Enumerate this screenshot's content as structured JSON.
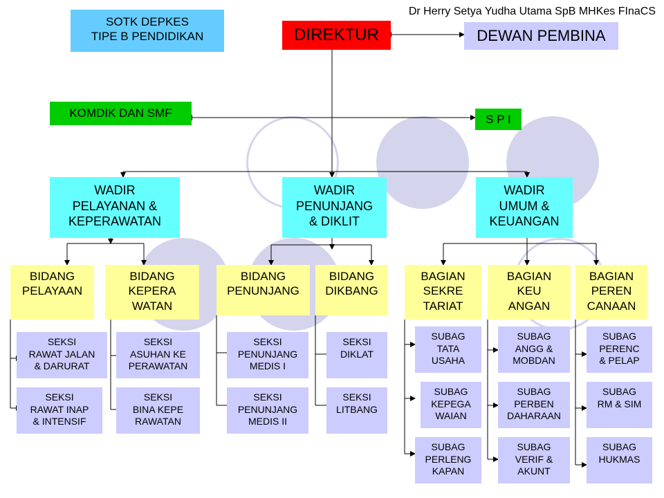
{
  "author": "Dr Herry Setya Yudha Utama SpB MHKes FInaCS",
  "title": "SOTK DEPKES\nTIPE B PENDIDIKAN",
  "direktur": "DIREKTUR",
  "dewan_pembina": "DEWAN PEMBINA",
  "komdik": "KOMDIK  DAN  SMF",
  "spi": "S P I",
  "wadir": [
    "WADIR\nPELAYANAN  &\nKEPERAWATAN",
    "WADIR\nPENUNJANG\n& DIKLIT",
    "WADIR\nUMUM  &\nKEUANGAN"
  ],
  "bidang": [
    "BIDANG\nPELAYAAN",
    "BIDANG\nKEPERA\nWATAN",
    "BIDANG\nPENUNJANG",
    "BIDANG\nDIKBANG",
    "BAGIAN\nSEKRE\nTARIAT",
    "BAGIAN\nKEU\nANGAN",
    "BAGIAN\nPEREN\nCANAAN"
  ],
  "seksi": [
    "SEKSI\nRAWAT JALAN\n& DARURAT",
    "SEKSI\nRAWAT INAP\n& INTENSIF",
    "SEKSI\nASUHAN KE\nPERAWATAN",
    "SEKSI\nBINA KEPE\nRAWATAN",
    "SEKSI\nPENUNJANG\nMEDIS I",
    "SEKSI\nPENUNJANG\nMEDIS II",
    "SEKSI\nDIKLAT",
    "SEKSI\nLITBANG"
  ],
  "subag": [
    "SUBAG\nTATA\nUSAHA",
    "SUBAG\nKEPEGA\nWAIAN",
    "SUBAG\nPERLENG\nKAPAN",
    "SUBAG\nANGG &\nMOBDAN",
    "SUBAG\nPERBEN\nDAHARAAN",
    "SUBAG\nVERIF &\nAKUNT",
    "SUBAG\nPERENC\n& PELAP",
    "SUBAG\nRM & SIM",
    "SUBAG\nHUKMAS"
  ],
  "colors": {
    "wadir": "#66ffff",
    "bidang": "#ffff99",
    "seksi": "#ccccff",
    "direktur": "#ff0000",
    "komdik": "#00cc00",
    "title_box": "#66ccff",
    "dewan": "#ccccff"
  }
}
